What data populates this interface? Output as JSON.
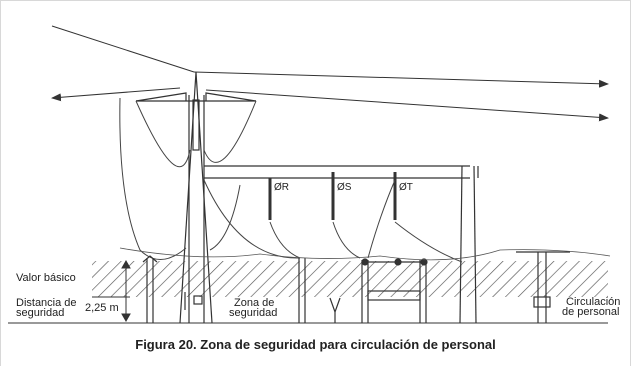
{
  "figure": {
    "caption": "Figura 20. Zona de seguridad para circulación de personal",
    "labels": {
      "valor_basico": "Valor básico",
      "distancia_line1": "Distancia de",
      "distancia_line2": "seguridad",
      "measure": "2,25 m",
      "zona_line1": "Zona de",
      "zona_line2": "seguridad",
      "circulacion_line1": "Circulación",
      "circulacion_line2": "de personal"
    },
    "phases": [
      "ØR",
      "ØS",
      "ØT"
    ],
    "colors": {
      "line": "#333333",
      "hatch": "#555555",
      "text": "#222222"
    }
  }
}
